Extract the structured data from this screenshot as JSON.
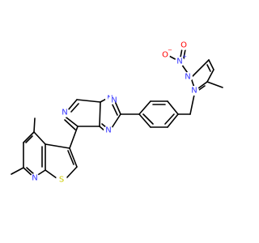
{
  "molecule": {
    "colors": {
      "bond": "#000000",
      "N": "#3333ff",
      "O": "#ff0000",
      "S": "#cccc00"
    },
    "atoms": {
      "n_pyrimidine": "N",
      "n_triazole_1": "N",
      "n_triazole_2": "N",
      "n_triazole_3": "N",
      "n_pyridine": "N",
      "s_thiophene": "S",
      "n_pyrazole_1": "N",
      "n_pyrazole_2": "N",
      "n_nitro": "N",
      "n_nitro_charge": "+",
      "o_nitro_1": "O",
      "o_nitro_1_charge": "−",
      "o_nitro_2": "O"
    }
  }
}
